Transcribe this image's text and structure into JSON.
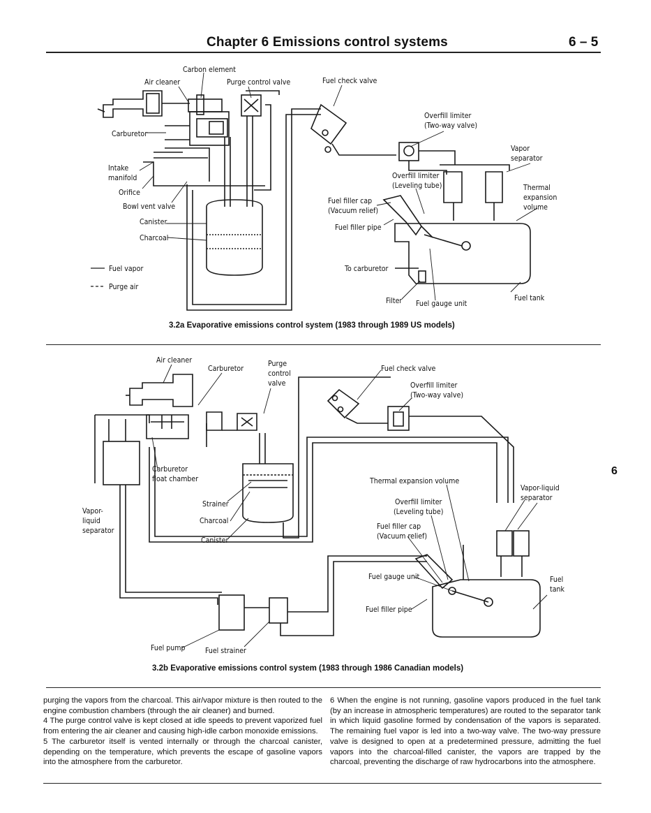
{
  "header": {
    "title": "Chapter 6   Emissions control systems",
    "page_number": "6 – 5"
  },
  "margin_tab": "6",
  "figure_a": {
    "caption": "3.2a   Evaporative emissions control system (1983 through 1989 US models)",
    "labels": {
      "carbon_element": "Carbon element",
      "air_cleaner": "Air cleaner",
      "purge_control_valve": "Purge control valve",
      "fuel_check_valve": "Fuel check valve",
      "overfill_limiter_1": "Overfill limiter",
      "overfill_limiter_2": "(Two-way valve)",
      "vapor_sep_1": "Vapor",
      "vapor_sep_2": "separator",
      "carburetor": "Carburetor",
      "intake_1": "Intake",
      "intake_2": "manifold",
      "orifice": "Orifice",
      "bowl_vent_valve": "Bowl vent valve",
      "canister": "Canister",
      "charcoal": "Charcoal",
      "overfill_level_1": "Overfill limiter",
      "overfill_level_2": "(Leveling tube)",
      "thermal_1": "Thermal",
      "thermal_2": "expansion",
      "thermal_3": "volume",
      "filler_cap_1": "Fuel filler cap",
      "filler_cap_2": "(Vacuum relief)",
      "filler_pipe": "Fuel filler pipe",
      "to_carburetor": "To carburetor",
      "filter": "Filter",
      "fuel_gauge_unit": "Fuel gauge unit",
      "fuel_tank": "Fuel tank",
      "legend_fuel_vapor": "Fuel vapor",
      "legend_purge_air": "Purge air"
    }
  },
  "figure_b": {
    "caption": "3.2b   Evaporative emissions control system (1983 through 1986 Canadian models)",
    "labels": {
      "air_cleaner": "Air cleaner",
      "carburetor": "Carburetor",
      "purge_1": "Purge",
      "purge_2": "control",
      "purge_3": "valve",
      "fuel_check_valve": "Fuel check valve",
      "overfill_1": "Overfill limiter",
      "overfill_2": "(Two-way valve)",
      "carb_float_1": "Carburetor",
      "carb_float_2": "float chamber",
      "thermal": "Thermal expansion volume",
      "vl_sep_1": "Vapor-liquid",
      "vl_sep_2": "separator",
      "vapor_left_1": "Vapor-",
      "vapor_left_2": "liquid",
      "vapor_left_3": "separator",
      "strainer": "Strainer",
      "charcoal": "Charcoal",
      "canister": "Canister",
      "overfill_lvl_1": "Overfill limiter",
      "overfill_lvl_2": "(Leveling tube)",
      "filler_cap_1": "Fuel filler cap",
      "filler_cap_2": "(Vacuum relief)",
      "fuel_gauge_unit": "Fuel gauge unit",
      "fuel_tank_1": "Fuel",
      "fuel_tank_2": "tank",
      "filler_pipe": "Fuel filler pipe",
      "fuel_pump": "Fuel pump",
      "fuel_strainer": "Fuel strainer"
    }
  },
  "body_left": [
    "purging the vapors from the charcoal. This air/vapor mixture is then routed to the engine combustion chambers (through the air cleaner) and burned.",
    "4   The purge control valve is kept closed at idle speeds to prevent vaporized fuel from entering the air cleaner and causing high-idle carbon monoxide emissions.",
    "5   The carburetor itself is vented internally or through the charcoal canister, depending on the temperature, which prevents the escape of gasoline vapors into the atmosphere from the carburetor."
  ],
  "body_right": [
    "6   When the engine is not running, gasoline vapors produced in the fuel tank (by an increase in atmospheric temperatures) are routed to the separator tank in which liquid gasoline formed by condensation of the vapors is separated. The remaining fuel vapor is led into a two-way valve. The two-way pressure valve is designed to open at a predetermined pressure, admitting the fuel vapors into the charcoal-filled canister, the vapors are trapped by the charcoal, preventing the discharge of raw hydrocarbons into the atmosphere."
  ]
}
